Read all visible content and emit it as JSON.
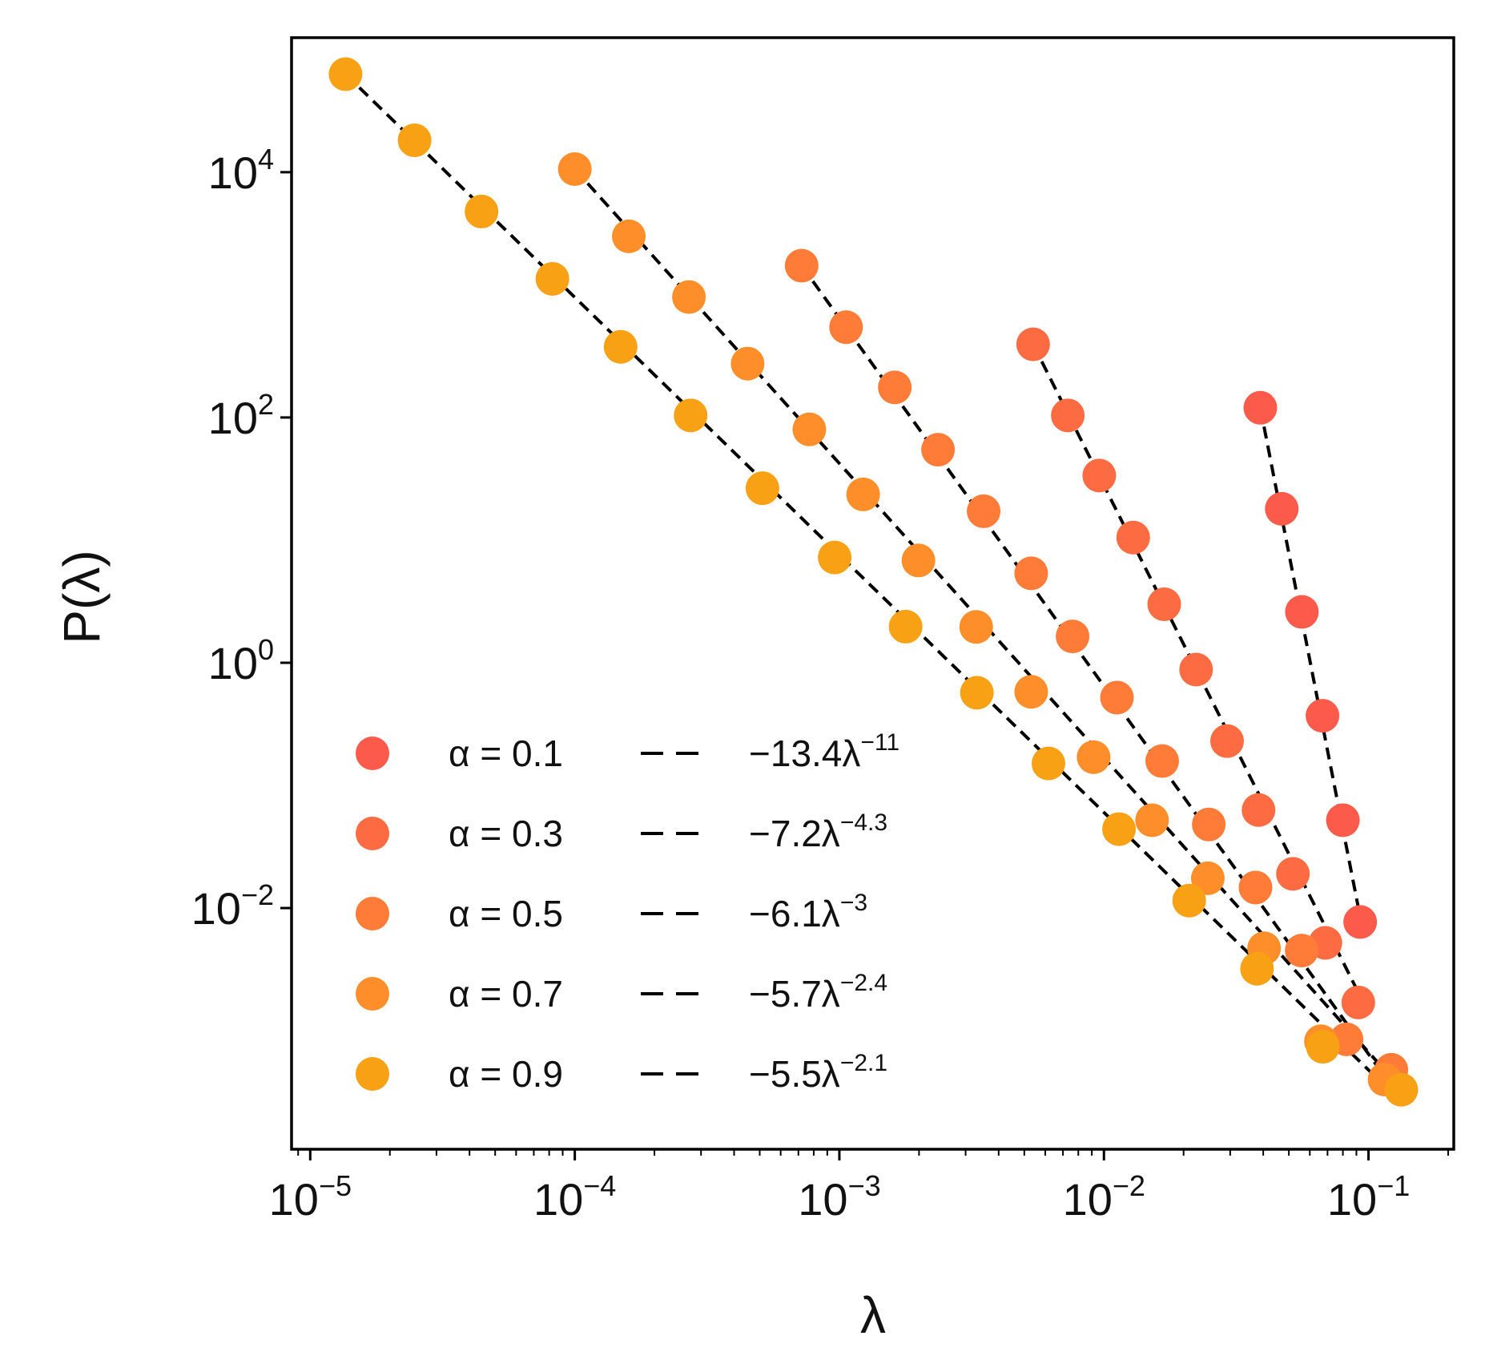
{
  "chart_data": {
    "type": "scatter",
    "title": "",
    "xlabel": "λ",
    "ylabel": "P(λ)",
    "xscale": "log",
    "yscale": "log",
    "xlim": [
      8.5e-06,
      0.21
    ],
    "ylim": [
      0.000108,
      125000
    ],
    "grid": false,
    "legend_position": "lower-left",
    "x_ticks": [
      {
        "value": 1e-05,
        "base": "10",
        "exp": "−5"
      },
      {
        "value": 0.0001,
        "base": "10",
        "exp": "−4"
      },
      {
        "value": 0.001,
        "base": "10",
        "exp": "−3"
      },
      {
        "value": 0.01,
        "base": "10",
        "exp": "−2"
      },
      {
        "value": 0.1,
        "base": "10",
        "exp": "−1"
      }
    ],
    "y_ticks": [
      {
        "value": 0.01,
        "base": "10",
        "exp": "−2"
      },
      {
        "value": 1,
        "base": "10",
        "exp": "0"
      },
      {
        "value": 100,
        "base": "10",
        "exp": "2"
      },
      {
        "value": 10000,
        "base": "10",
        "exp": "4"
      }
    ],
    "series": [
      {
        "name": "α = 0.1",
        "color": "#fc5b4b",
        "x": [
          0.039,
          0.047,
          0.056,
          0.067,
          0.08,
          0.093
        ],
        "y": [
          120,
          18,
          2.6,
          0.37,
          0.052,
          0.0077
        ]
      },
      {
        "name": "α = 0.3",
        "color": "#fd6b42",
        "x": [
          0.0054,
          0.0073,
          0.0096,
          0.0129,
          0.0169,
          0.0223,
          0.0292,
          0.0384,
          0.0518,
          0.0687,
          0.0915
        ],
        "y": [
          395,
          104,
          33.6,
          10.5,
          3.0,
          0.88,
          0.23,
          0.063,
          0.019,
          0.0052,
          0.0017
        ]
      },
      {
        "name": "α = 0.5",
        "color": "#fe7c37",
        "x": [
          0.00072,
          0.00106,
          0.00162,
          0.00236,
          0.00351,
          0.00531,
          0.00761,
          0.0112,
          0.0166,
          0.0249,
          0.0374,
          0.0559,
          0.0826,
          0.122
        ],
        "y": [
          1730,
          545,
          176,
          54.6,
          17.2,
          5.36,
          1.64,
          0.52,
          0.158,
          0.048,
          0.0147,
          0.0045,
          0.00085,
          0.00048
        ]
      },
      {
        "name": "α = 0.7",
        "color": "#fd8e2a",
        "x": [
          0.0001,
          0.00016,
          0.00027,
          0.00045,
          0.00077,
          0.00123,
          0.00199,
          0.00329,
          0.00531,
          0.00914,
          0.0152,
          0.0247,
          0.0403,
          0.0661,
          0.115
        ],
        "y": [
          10600,
          3000,
          960,
          275,
          80,
          23.6,
          6.83,
          1.96,
          0.58,
          0.17,
          0.052,
          0.0175,
          0.0047,
          0.00082,
          0.0004
        ]
      },
      {
        "name": "α = 0.9",
        "color": "#f9a115",
        "x": [
          1.36e-05,
          2.48e-05,
          4.44e-05,
          8.23e-05,
          0.000149,
          0.000274,
          0.000512,
          0.00096,
          0.00178,
          0.00331,
          0.00617,
          0.0114,
          0.021,
          0.0379,
          0.0672,
          0.133
        ],
        "y": [
          63000,
          18200,
          4780,
          1350,
          377,
          104,
          26.5,
          7.22,
          1.97,
          0.57,
          0.151,
          0.044,
          0.0115,
          0.0032,
          0.00074,
          0.00033
        ]
      }
    ],
    "fits": [
      {
        "label": "−13.4λ",
        "exp": "−11",
        "exponent": -11,
        "x_range": [
          0.039,
          0.093
        ]
      },
      {
        "label": "−7.2λ",
        "exp": "−4.3",
        "exponent": -4.3,
        "x_range": [
          0.0054,
          0.0915
        ]
      },
      {
        "label": "−6.1λ",
        "exp": "−3",
        "exponent": -3,
        "x_range": [
          0.00072,
          0.122
        ]
      },
      {
        "label": "−5.7λ",
        "exp": "−2.4",
        "exponent": -2.4,
        "x_range": [
          0.0001,
          0.125
        ]
      },
      {
        "label": "−5.5λ",
        "exp": "−2.1",
        "exponent": -2.1,
        "x_range": [
          1.36e-05,
          0.133
        ]
      }
    ]
  }
}
